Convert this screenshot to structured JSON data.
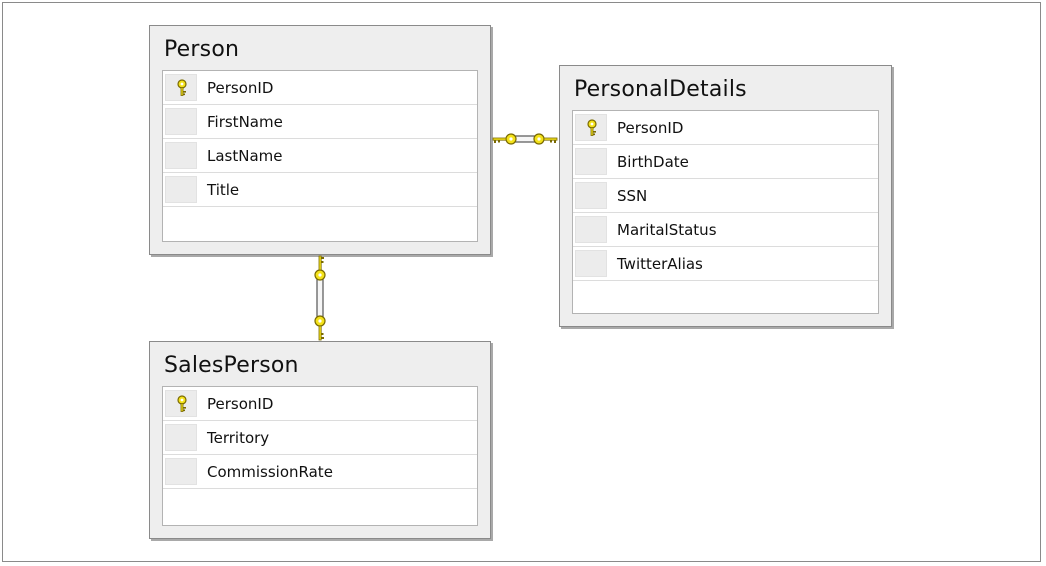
{
  "tables": {
    "person": {
      "title": "Person",
      "columns": [
        {
          "name": "PersonID",
          "primary_key": true
        },
        {
          "name": "FirstName",
          "primary_key": false
        },
        {
          "name": "LastName",
          "primary_key": false
        },
        {
          "name": "Title",
          "primary_key": false
        }
      ]
    },
    "personal_details": {
      "title": "PersonalDetails",
      "columns": [
        {
          "name": "PersonID",
          "primary_key": true
        },
        {
          "name": "BirthDate",
          "primary_key": false
        },
        {
          "name": "SSN",
          "primary_key": false
        },
        {
          "name": "MaritalStatus",
          "primary_key": false
        },
        {
          "name": "TwitterAlias",
          "primary_key": false
        }
      ]
    },
    "sales_person": {
      "title": "SalesPerson",
      "columns": [
        {
          "name": "PersonID",
          "primary_key": true
        },
        {
          "name": "Territory",
          "primary_key": false
        },
        {
          "name": "CommissionRate",
          "primary_key": false
        }
      ]
    }
  },
  "relationships": [
    {
      "from": "Person",
      "to": "PersonalDetails",
      "type": "one-to-one",
      "icon": "key-icon"
    },
    {
      "from": "Person",
      "to": "SalesPerson",
      "type": "one-to-one",
      "icon": "key-icon"
    }
  ],
  "colors": {
    "key_fill": "#f4e21a",
    "key_stroke": "#7a6a00",
    "box_bg": "#eeeeee",
    "border": "#8a8a8a"
  }
}
